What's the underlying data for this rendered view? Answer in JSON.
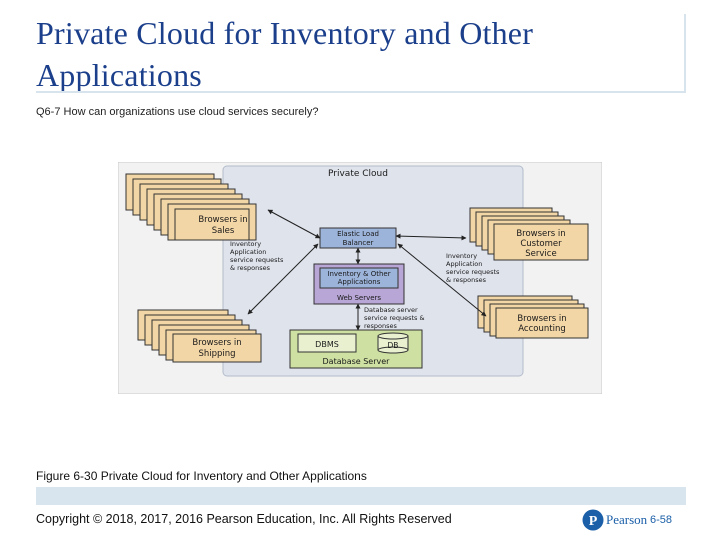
{
  "slide": {
    "title": "Private Cloud for Inventory and Other Applications",
    "subtitle": "Q6-7 How can organizations use cloud services securely?",
    "caption": "Figure 6-30 Private Cloud for Inventory and Other Applications",
    "copyright": "Copyright © 2018, 2017, 2016 Pearson Education, Inc. All Rights Reserved",
    "brand": "Pearson",
    "page_number": "6-58"
  },
  "diagram": {
    "cloud_label": "Private Cloud",
    "load_balancer": [
      "Elastic Load",
      "Balancer"
    ],
    "apps": [
      "Inventory & Other",
      "Applications"
    ],
    "web_servers": "Web Servers",
    "dbms": "DBMS",
    "db": "DB",
    "db_server": "Database Server",
    "sales": [
      "Browsers in",
      "Sales"
    ],
    "shipping": [
      "Browsers in",
      "Shipping"
    ],
    "customer_service": [
      "Browsers in",
      "Customer",
      "Service"
    ],
    "accounting": [
      "Browsers in",
      "Accounting"
    ],
    "left_note": [
      "Inventory",
      "Application",
      "service requests",
      "& responses"
    ],
    "right_note": [
      "Inventory",
      "Application",
      "service requests",
      "& responses"
    ],
    "db_note": [
      "Database server",
      "service requests &",
      "responses"
    ]
  },
  "colors": {
    "title": "#1b3f8b",
    "browser_fill": "#f3d6a6",
    "cloud_bg": "#dfe3ec",
    "web_server": "#b7a6d6",
    "db_server": "#cfe0a3",
    "server_blue": "#9db4da"
  }
}
